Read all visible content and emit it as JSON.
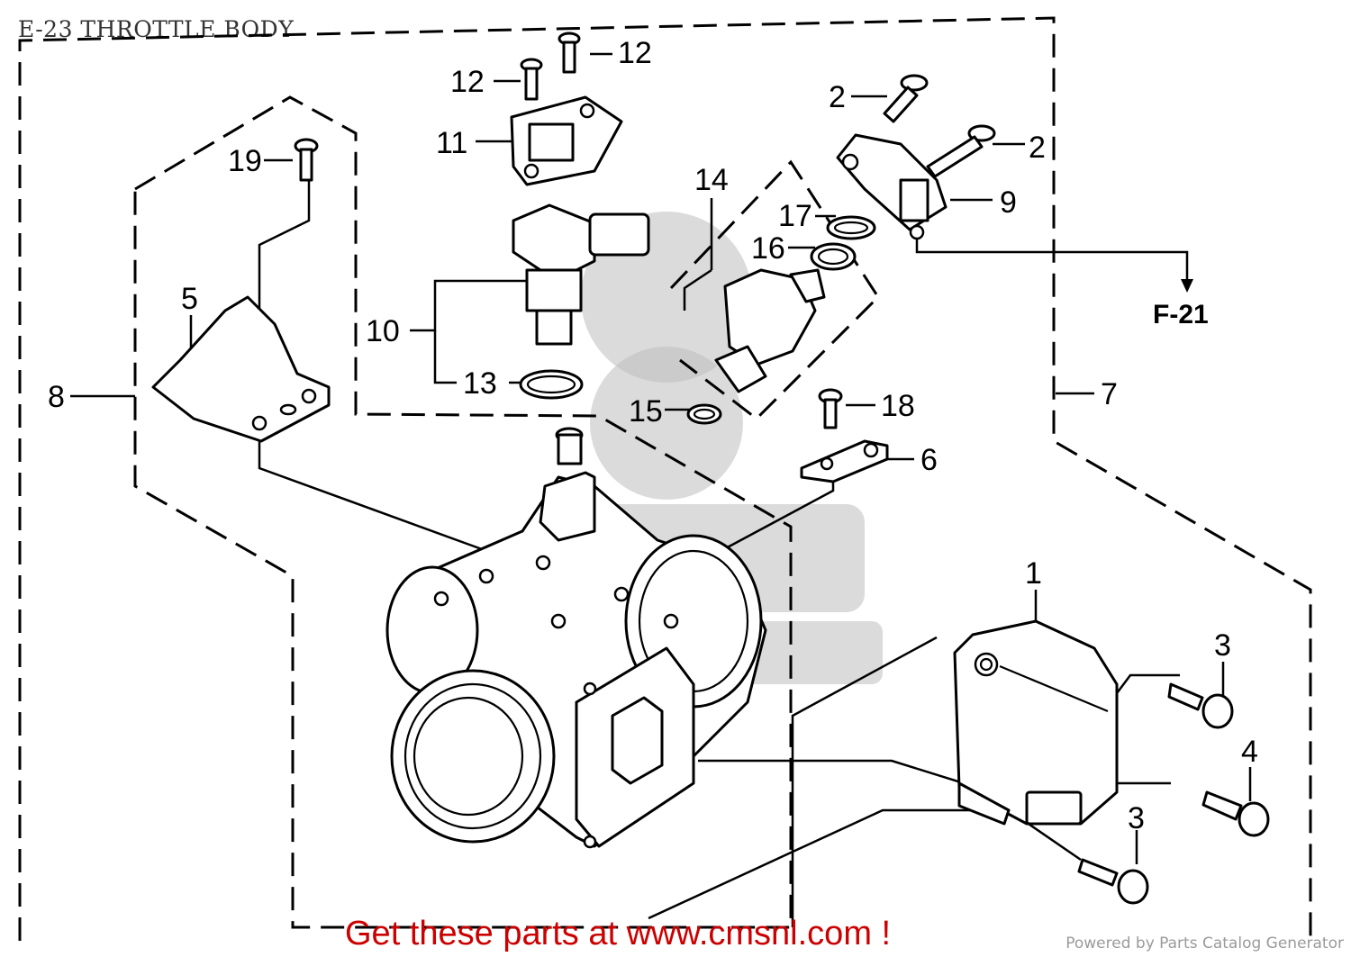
{
  "title": "E-23 THROTTLE BODY",
  "footer": {
    "link_text": "Get these parts at www.cmsnl.com !",
    "powered_by": "Powered by Parts Catalog Generator"
  },
  "reference": {
    "label": "F-21"
  },
  "callouts": [
    {
      "label": "1"
    },
    {
      "label": "2"
    },
    {
      "label": "2"
    },
    {
      "label": "3"
    },
    {
      "label": "3"
    },
    {
      "label": "4"
    },
    {
      "label": "5"
    },
    {
      "label": "6"
    },
    {
      "label": "7"
    },
    {
      "label": "8"
    },
    {
      "label": "9"
    },
    {
      "label": "10"
    },
    {
      "label": "11"
    },
    {
      "label": "12"
    },
    {
      "label": "12"
    },
    {
      "label": "13"
    },
    {
      "label": "14"
    },
    {
      "label": "15"
    },
    {
      "label": "16"
    },
    {
      "label": "17"
    },
    {
      "label": "18"
    },
    {
      "label": "19"
    }
  ],
  "colors": {
    "link": "#cc0000",
    "powered_by": "#9a9a9a",
    "title": "#333333"
  }
}
